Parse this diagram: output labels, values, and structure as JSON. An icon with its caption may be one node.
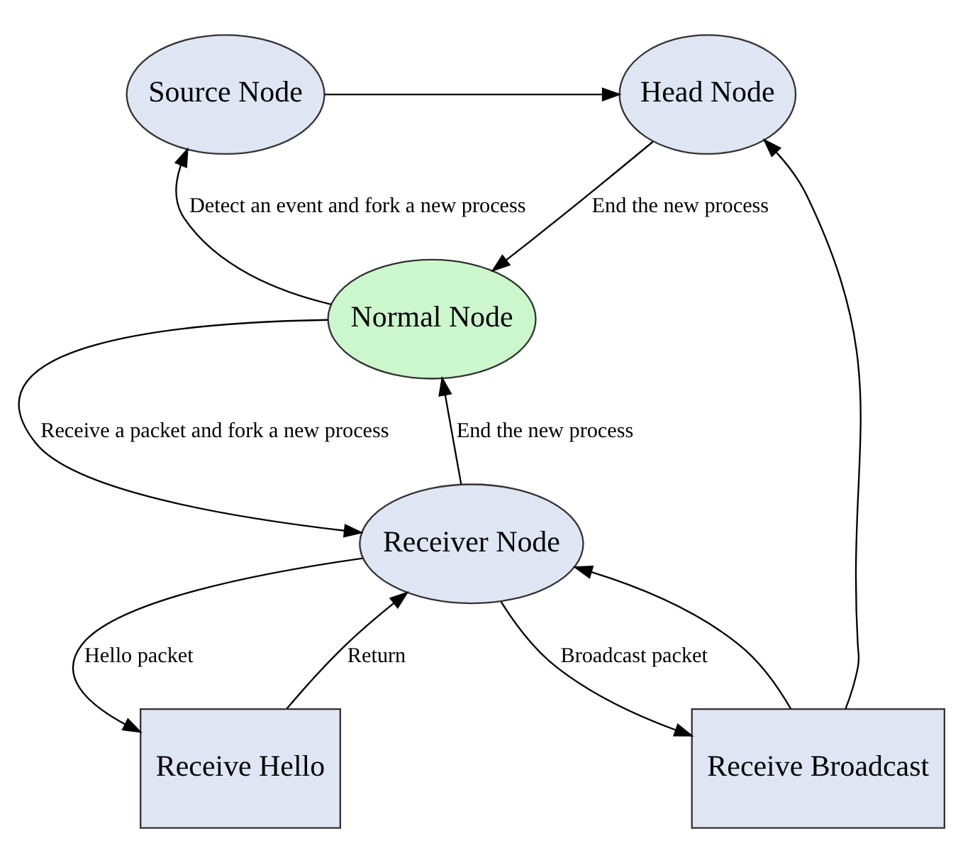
{
  "diagram": {
    "nodes": [
      {
        "text": [
          "Source Node"
        ]
      },
      {
        "text": [
          "Head Node"
        ]
      },
      {
        "text": [
          "Normal Node"
        ]
      },
      {
        "text": [
          "Receiver Node"
        ]
      },
      {
        "text": [
          "Receive Hello"
        ]
      },
      {
        "text": [
          "Receive Broadcast"
        ]
      }
    ],
    "edges": [
      {
        "from": 0,
        "to": 1,
        "arrow": "to"
      },
      {
        "from": 2,
        "to": 0,
        "arrow": "to",
        "label": "Detect an event and fork a new process"
      },
      {
        "from": 1,
        "to": 2,
        "arrow": "to",
        "label": "End the new process"
      },
      {
        "from": 2,
        "to": 3,
        "arrow": "to",
        "label": "Receive a packet and fork a new process"
      },
      {
        "from": 3,
        "to": 2,
        "arrow": "to",
        "label": "End the new process"
      },
      {
        "from": 3,
        "to": 4,
        "arrow": "to",
        "label": "Hello packet"
      },
      {
        "from": 4,
        "to": 3,
        "arrow": "to",
        "label": "Return"
      },
      {
        "from": 3,
        "to": 5,
        "arrow": "to",
        "label": "Broadcast packet"
      },
      {
        "from": 5,
        "to": 3,
        "arrow": "to"
      },
      {
        "from": 5,
        "to": 1,
        "arrow": "to"
      }
    ]
  }
}
